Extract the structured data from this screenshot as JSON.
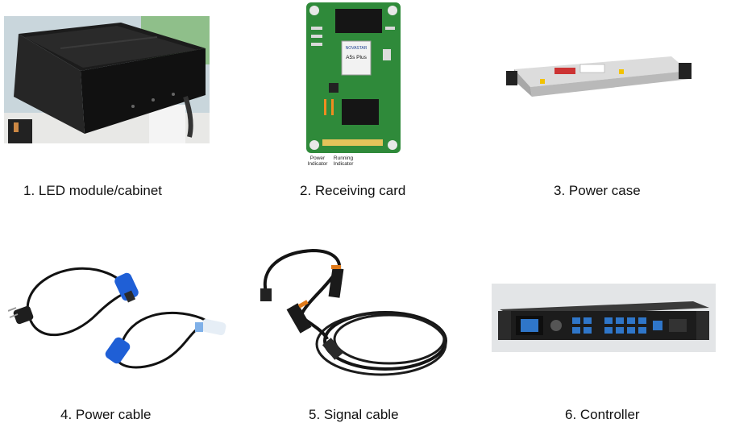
{
  "items": [
    {
      "caption": "1. LED module/cabinet",
      "icon": "led-cabinet-icon"
    },
    {
      "caption": "2. Receiving card",
      "icon": "receiving-card-icon",
      "labels": {
        "card_brand": "NOVASTAR",
        "card_model": "A5s Plus",
        "power_indicator": "Power\nIndicator",
        "running_indicator": "Running\nIndicator"
      }
    },
    {
      "caption": "3. Power case",
      "icon": "power-supply-icon"
    },
    {
      "caption": "4. Power cable",
      "icon": "power-cable-icon"
    },
    {
      "caption": "5. Signal cable",
      "icon": "signal-cable-icon"
    },
    {
      "caption": "6. Controller",
      "icon": "controller-icon"
    }
  ],
  "colors": {
    "board_green": "#2f8a3a",
    "connector_blue": "#1f5fd6",
    "connector_orange": "#e07a1a"
  }
}
